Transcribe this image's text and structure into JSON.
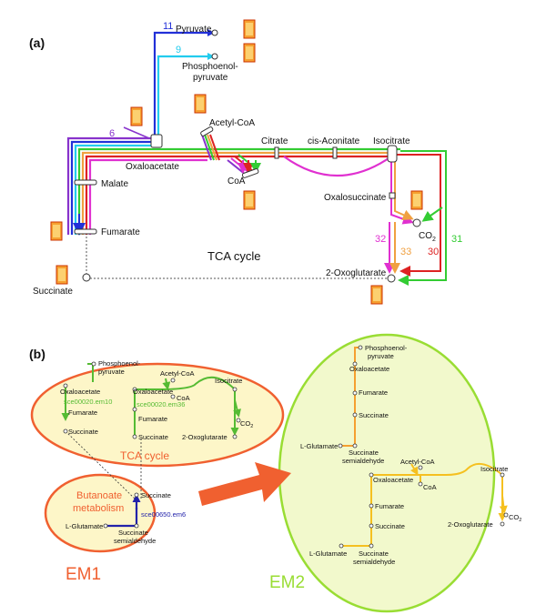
{
  "panels": {
    "a": "(a)",
    "b": "(b)"
  },
  "a": {
    "pyruvate": "Pyruvate",
    "pep1": "Phosphoenol-",
    "pep2": "pyruvate",
    "acetylcoa": "Acetyl-CoA",
    "citrate": "Citrate",
    "cisaconitate": "cis-Aconitate",
    "isocitrate": "Isocitrate",
    "oxaloacetate": "Oxaloacetate",
    "malate": "Malate",
    "coa": "CoA",
    "oxalosuccinate": "Oxalosuccinate",
    "co2_main": "CO",
    "co2_sub": "2",
    "fumarate": "Fumarate",
    "tca": "TCA cycle",
    "oxoglutarate": "2-Oxoglutarate",
    "succinate": "Succinate",
    "route_numbers": {
      "r11": "11",
      "r9": "9",
      "r6": "6",
      "r32": "32",
      "r33": "33",
      "r30": "30",
      "r31": "31"
    }
  },
  "em1": {
    "label": "EM1",
    "pep1": "Phosphoenol-",
    "pep2": "pyruvate",
    "oxaloacetate": "Oxaloacetate",
    "fumarate": "Fumarate",
    "succinate": "Succinate",
    "em10": "sce00020.em10",
    "acetylcoa": "Acetyl-CoA",
    "isocitrate": "Isocitrate",
    "oxaloacetate2": "Oxaloacetate",
    "coa": "CoA",
    "em36": "sce00020.em36",
    "fumarate2": "Fumarate",
    "succinate2": "Succinate",
    "oxoglutarate": "2-Oxoglutarate",
    "co2_main": "CO",
    "co2_sub": "2",
    "tca": "TCA cycle",
    "buta1": "Butanoate",
    "buta2": "metabolism",
    "succinate3": "Succinate",
    "em6": "sce00650.em6",
    "glutamate": "L-Glutamate",
    "ssa1": "Succinate",
    "ssa2": "semialdehyde"
  },
  "em2": {
    "label": "EM2",
    "pep1": "Phosphoenol-",
    "pep2": "pyruvate",
    "oxaloacetate": "Oxaloacetate",
    "fumarate": "Fumarate",
    "succinate": "Succinate",
    "glutamate": "L-Glutamate",
    "ssa1": "Succinate",
    "ssa2": "semialdehyde",
    "acetylcoa": "Acetyl-CoA",
    "isocitrate": "Isocitrate",
    "oxaloacetate2": "Oxaloacetate",
    "coa": "CoA",
    "fumarate2": "Fumarate",
    "succinate2": "Succinate",
    "glutamate2": "L-Glutamate",
    "oxoglutarate": "2-Oxoglutarate",
    "ssa3": "Succinate",
    "ssa4": "semialdehyde",
    "co2_main": "CO",
    "co2_sub": "2"
  },
  "colors": {
    "blue": "#2230d8",
    "cyan": "#22ccee",
    "purple": "#8833cc",
    "magenta": "#e030d0",
    "green": "#33cc33",
    "orange": "#f0a040",
    "red": "#dd2222",
    "em_ring": "#f06030",
    "em1_fill": "#fdf6c8",
    "em2_ring": "#99dd33",
    "em2_fill": "#f2f9cc",
    "em2_orange": "#f5a030",
    "em2_yellow": "#f5c020",
    "em1_green": "#55bb33",
    "em1_blue": "#2222aa"
  }
}
